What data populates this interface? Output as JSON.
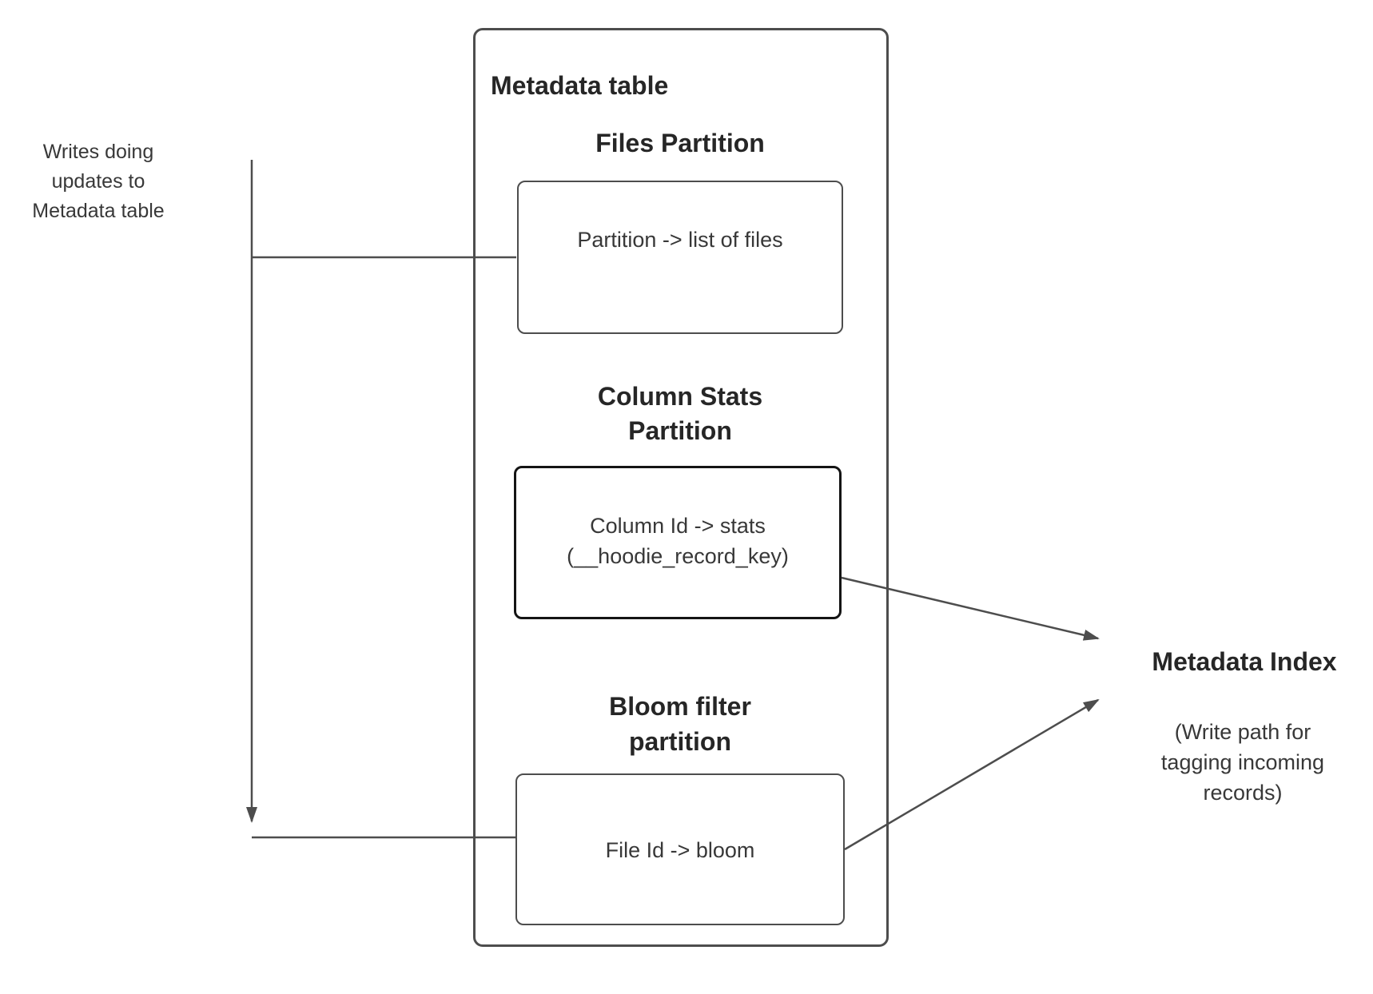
{
  "colors": {
    "background": "#ffffff",
    "line": "#4d4d4d",
    "box_border": "#4d4d4d",
    "emphasis_box_border": "#141414",
    "text": "#383838",
    "heading_text": "#262626"
  },
  "diagram": {
    "metadata_table": {
      "title": "Metadata table"
    },
    "files_partition": {
      "heading": "Files Partition",
      "box_text": "Partition -> list of files"
    },
    "column_stats_partition": {
      "heading_lines": [
        "Column Stats",
        "Partition"
      ],
      "box_text_lines": [
        "Column Id  -> stats",
        "(__hoodie_record_key)"
      ]
    },
    "bloom_filter_partition": {
      "heading_lines": [
        "Bloom filter",
        "partition"
      ],
      "box_text": "File Id -> bloom"
    },
    "left_annotation_lines": [
      "Writes doing",
      "updates to",
      "Metadata table"
    ],
    "metadata_index": {
      "heading": "Metadata Index",
      "subtitle_lines": [
        "(Write path for",
        "tagging incoming",
        "records)"
      ]
    },
    "connections": [
      {
        "from": "writes-annotation",
        "to": "files-partition-box",
        "arrow": false
      },
      {
        "from": "writes-annotation",
        "to": "bloom-filter-box",
        "arrow": true
      },
      {
        "from": "column-stats-box",
        "to": "metadata-index",
        "arrow": true
      },
      {
        "from": "bloom-filter-box",
        "to": "metadata-index",
        "arrow": true
      }
    ]
  }
}
